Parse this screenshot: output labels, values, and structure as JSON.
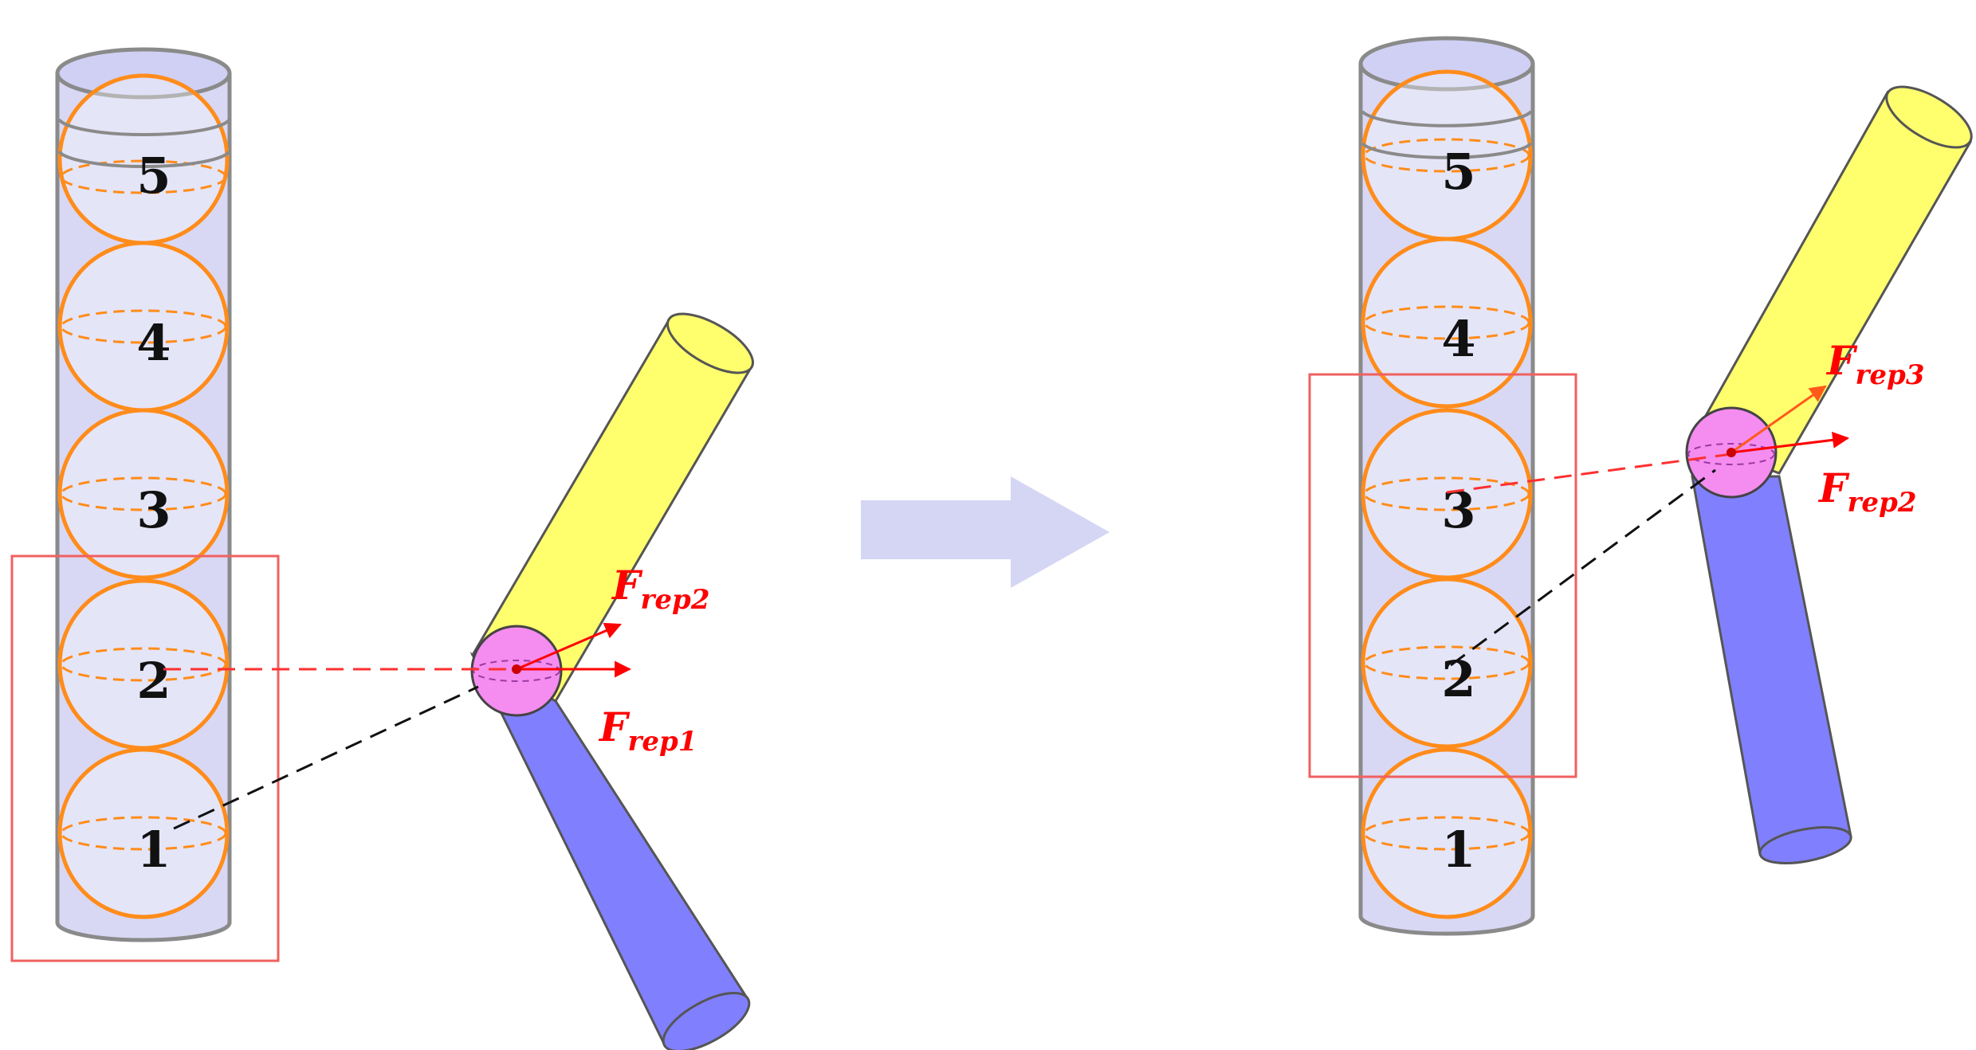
{
  "colors": {
    "tube_fill": "#d8d8f4",
    "tube_stroke": "#8a8a8a",
    "sphere_stroke": "#ff8c1a",
    "highlight_box": "#f06060",
    "yellow_rod": "#ffff6e",
    "blue_rod": "#8080ff",
    "joint": "#f58cf0",
    "force": "#ff0000",
    "arrow": "#d4d6f4",
    "link_line": "#111111"
  },
  "left_panel": {
    "spheres": [
      "5",
      "4",
      "3",
      "2",
      "1"
    ],
    "forces": {
      "f1": {
        "main": "F",
        "sub": "rep1"
      },
      "f2": {
        "main": "F",
        "sub": "rep2"
      }
    }
  },
  "right_panel": {
    "spheres": [
      "5",
      "4",
      "3",
      "2",
      "1"
    ],
    "forces": {
      "f2": {
        "main": "F",
        "sub": "rep2"
      },
      "f3": {
        "main": "F",
        "sub": "rep3"
      }
    }
  }
}
